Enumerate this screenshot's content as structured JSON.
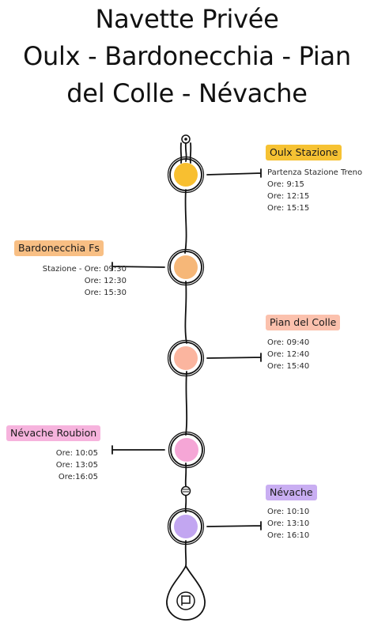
{
  "title": {
    "line1": "Navette Privée",
    "line2": "Oulx - Bardonecchia - Pian",
    "line3": "del Colle - Névache"
  },
  "stops": [
    {
      "name": "Oulx Stazione",
      "color": "#f6c233",
      "node_color": "#f8bf30",
      "lines": [
        "Partenza Stazione Treno",
        "Ore: 9:15",
        "Ore: 12:15",
        "Ore: 15:15"
      ]
    },
    {
      "name": "Bardonecchia Fs",
      "color": "#f8bf84",
      "node_color": "#f6b778",
      "lines": [
        "Stazione - Ore: 09:30",
        "Ore: 12:30",
        "Ore: 15:30"
      ]
    },
    {
      "name": "Pian del Colle",
      "color": "#fbc1ad",
      "node_color": "#fbb59f",
      "lines": [
        "Ore: 09:40",
        "Ore: 12:40",
        "Ore: 15:40"
      ]
    },
    {
      "name": "Névache Roubion",
      "color": "#f6b3dd",
      "node_color": "#f5a6d6",
      "lines": [
        "Ore: 10:05",
        "Ore: 13:05",
        "Ore:16:05"
      ]
    },
    {
      "name": "Névache",
      "color": "#c9aef2",
      "node_color": "#c2a6f1",
      "lines": [
        "Ore: 10:10",
        "Ore: 13:10",
        "Ore: 16:10"
      ]
    }
  ],
  "icons": {
    "start": "start-point-icon",
    "midpoint": "road-marker-icon",
    "end": "destination-flag-icon"
  }
}
